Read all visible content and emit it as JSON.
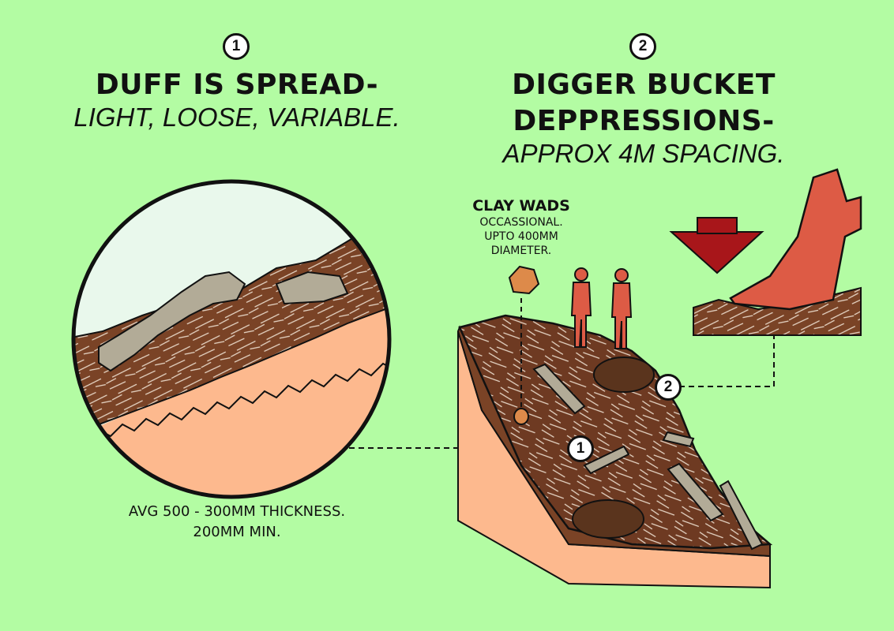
{
  "section1": {
    "badge": "1",
    "title": "DUFF IS SPREAD-",
    "subtitle": "LIGHT, LOOSE, VARIABLE.",
    "note_line1": "AVG 500 - 300MM THICKNESS.",
    "note_line2": "200MM MIN."
  },
  "section2": {
    "badge": "2",
    "title_line1": "DIGGER BUCKET",
    "title_line2": "DEPPRESSIONS-",
    "subtitle": "APPROX 4M SPACING."
  },
  "clay": {
    "title": "CLAY WADS",
    "line1": "OCCASSIONAL.",
    "line2": "UPTO 400MM",
    "line3": "DIAMETER."
  },
  "markers": {
    "duff_marker": "1",
    "bucket_marker": "2"
  },
  "colors": {
    "background": "#b3fca3",
    "soil": "#7a4326",
    "subsoil": "#fdb98e",
    "figures": "#dd5b45",
    "arrow": "#a8161a",
    "log": "#b2ab97"
  },
  "icons": [
    "circle-badge-icon",
    "down-arrow-icon",
    "worker-figure-icon",
    "excavator-bucket-icon"
  ]
}
